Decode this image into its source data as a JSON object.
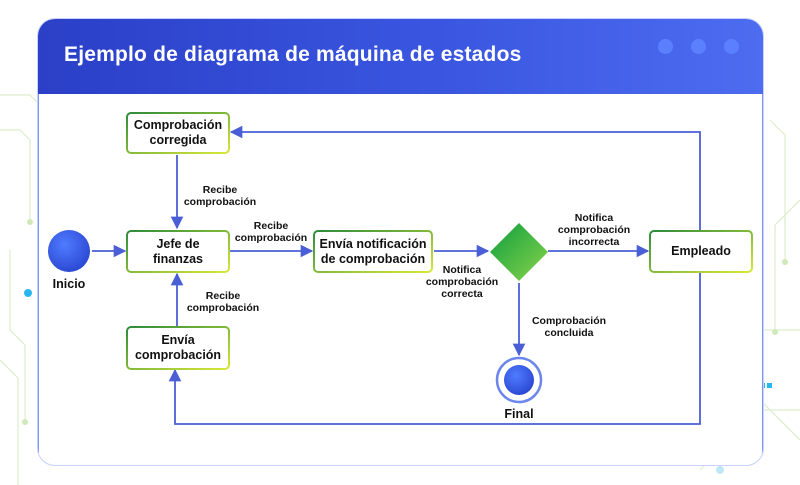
{
  "window": {
    "title": "Ejemplo de diagrama de máquina de estados"
  },
  "states": {
    "corregida": "Comprobación\ncorregida",
    "jefe": "Jefe de\nfinanzas",
    "envia": "Envía\ncomprobación",
    "notificacion": "Envía notificación\nde comprobación",
    "empleado": "Empleado",
    "inicio": "Inicio",
    "final": "Final"
  },
  "transitions": {
    "recibe_top": "Recibe\ncomprobación",
    "recibe_mid": "Recibe\ncomprobación",
    "recibe_bottom": "Recibe\ncomprobación",
    "notifica_correcta": "Notifica\ncomprobación\ncorrecta",
    "notifica_incorrecta": "Notifica\ncomprobación\nincorrecta",
    "concluida": "Comprobación\nconcluida"
  },
  "colors": {
    "header": "#2b3fc7",
    "accent": "#3a56e0",
    "arrow": "#4a5fd6",
    "state_border": "#2e8b3a",
    "decision": "#1fae4c"
  }
}
